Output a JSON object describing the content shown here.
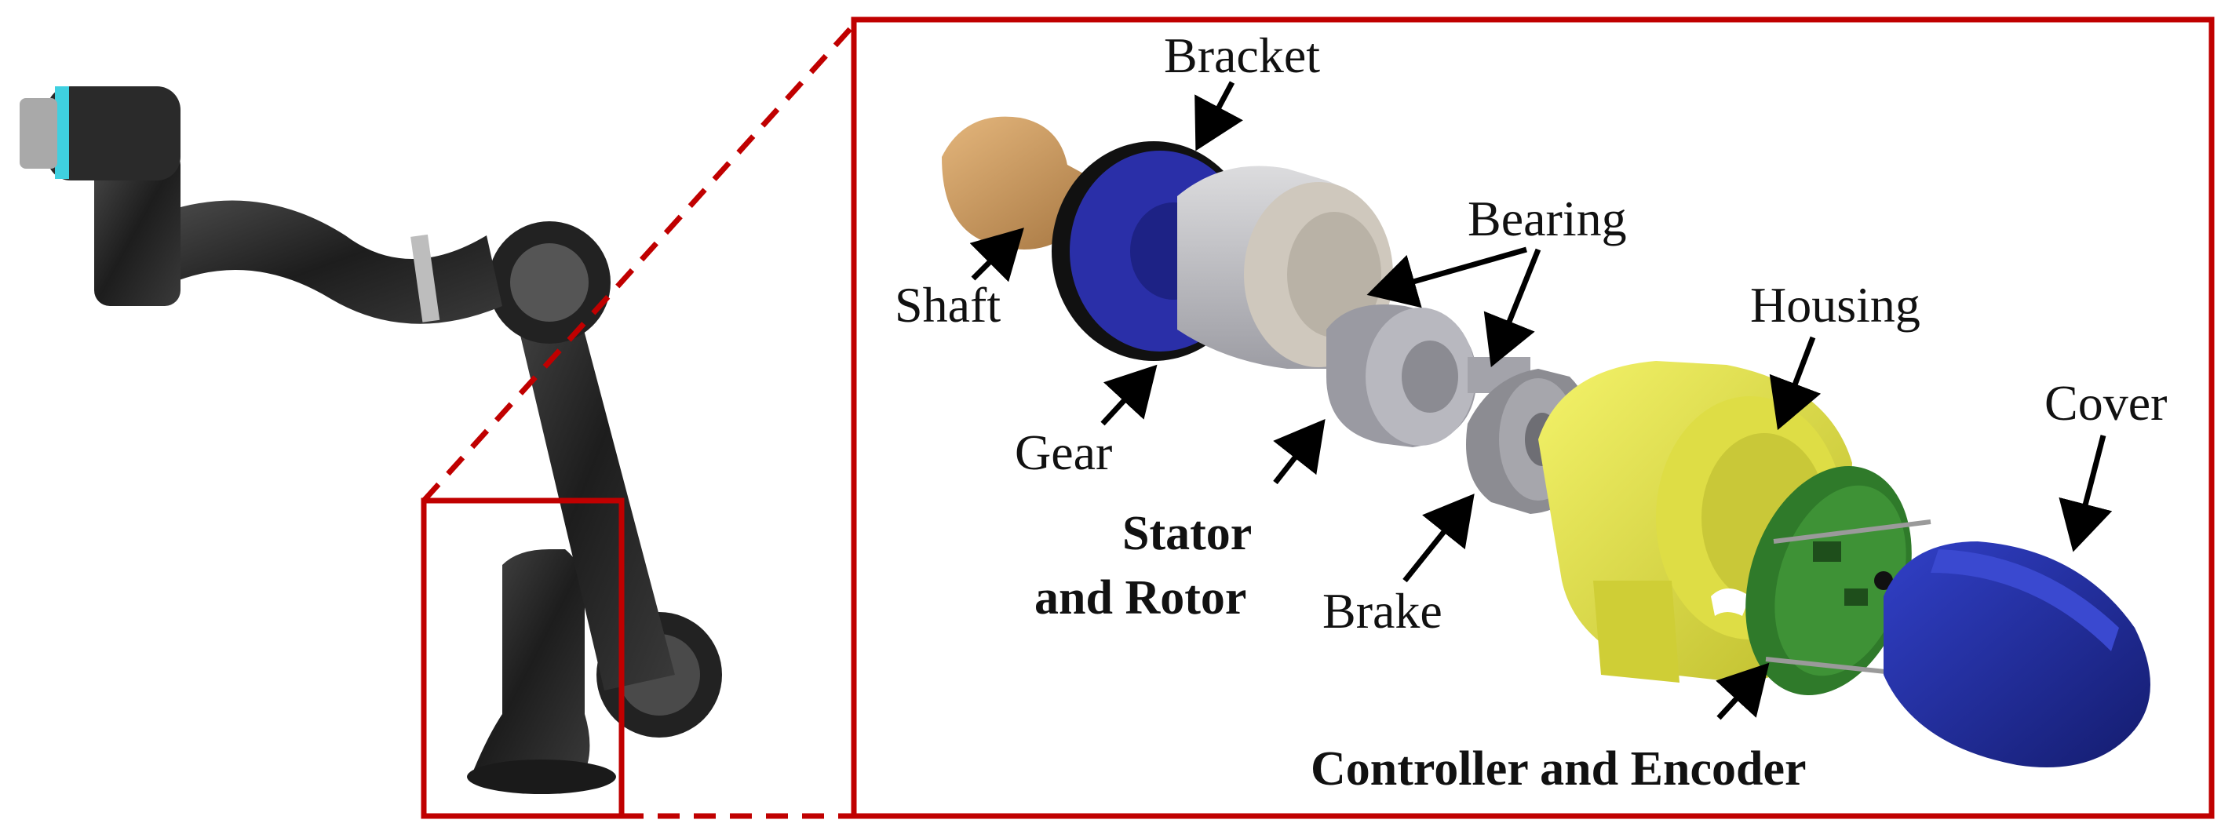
{
  "labels": {
    "bracket": "Bracket",
    "bearing": "Bearing",
    "shaft": "Shaft",
    "housing": "Housing",
    "gear": "Gear",
    "cover": "Cover",
    "stator_line1": "Stator",
    "stator_line2": "and Rotor",
    "brake": "Brake",
    "controller": "Controller and Encoder"
  },
  "colors": {
    "frame_red": "#c00000",
    "robot_dark": "#2b2b2b",
    "robot_ring": "#3fd0e0",
    "shaft_bronze": "#c9965a",
    "bracket_blue": "#2a2fa8",
    "gear_gray": "#c7c7cc",
    "housing_yellow": "#e7e64a",
    "pcb_green": "#2f7a2a",
    "cover_blue": "#1d2a9a"
  }
}
